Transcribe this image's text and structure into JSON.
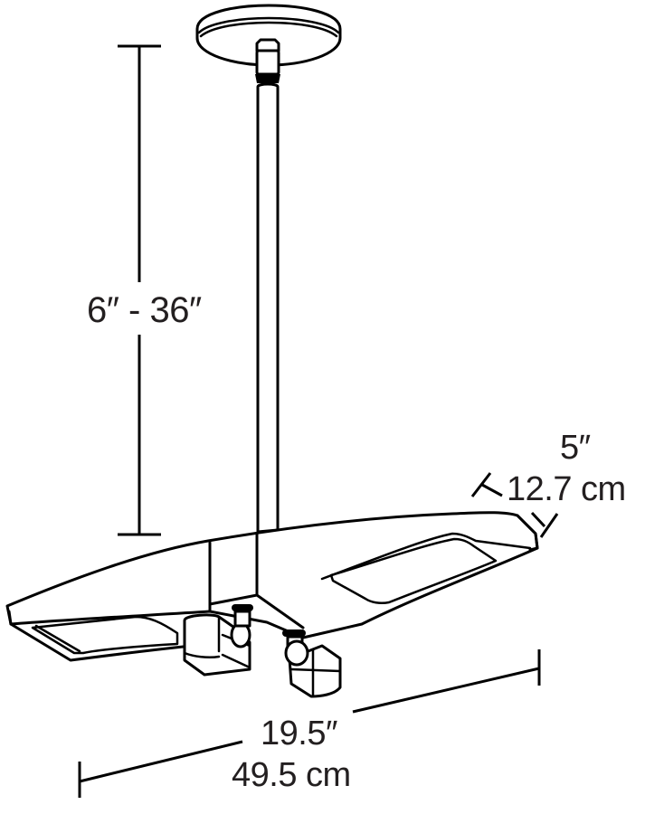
{
  "diagram": {
    "subject": "Pendant light fixture with adjustable stem and dual spot heads",
    "line_color": "#000000",
    "text_color": "#231f20",
    "background": "#ffffff"
  },
  "dimensions": {
    "stem_length": {
      "label": "6″ - 36″"
    },
    "depth": {
      "imperial": "5″",
      "metric": "12.7 cm"
    },
    "width": {
      "imperial": "19.5″",
      "metric": "49.5 cm"
    }
  }
}
